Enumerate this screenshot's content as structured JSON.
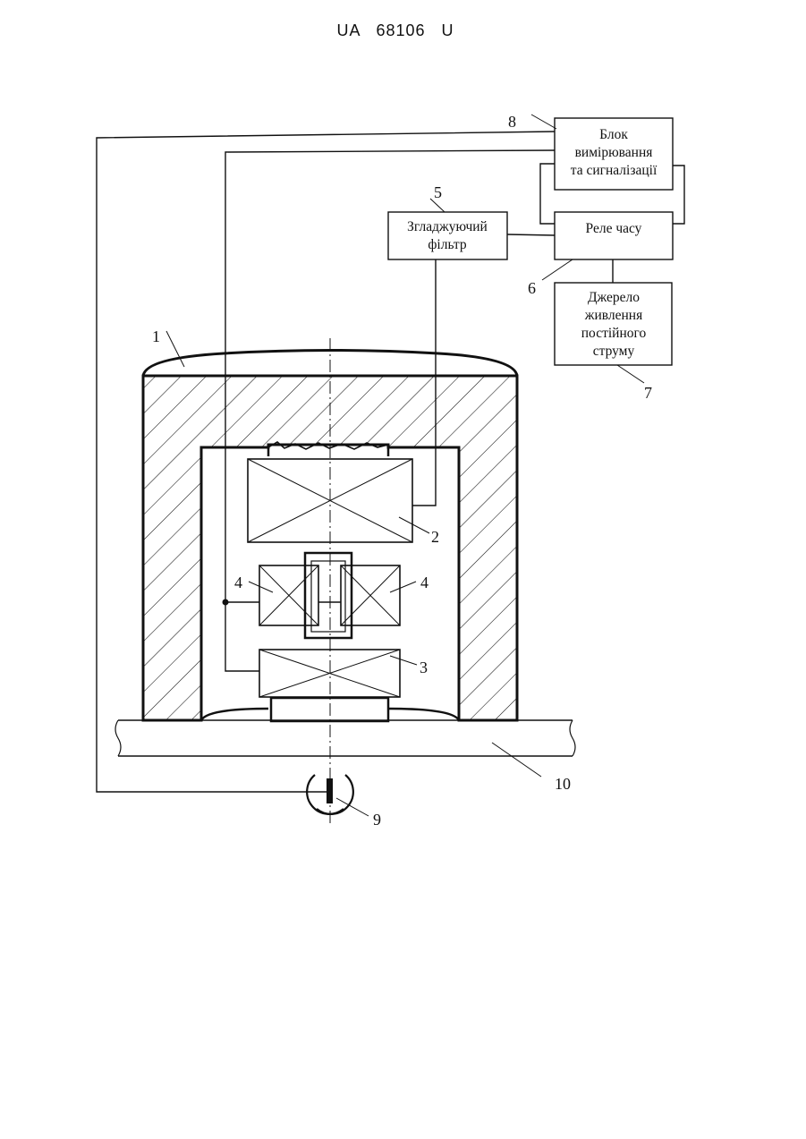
{
  "document_id": "UA   68106   U",
  "blocks": {
    "b8": [
      "Блок",
      "вимірювання",
      "та сигналізації"
    ],
    "b6": [
      "Реле часу"
    ],
    "b5": [
      "Згладжуючий",
      "фільтр"
    ],
    "b7": [
      "Джерело",
      "живлення",
      "постійного",
      "струму"
    ]
  },
  "callouts": {
    "n1": "1",
    "n2": "2",
    "n3": "3",
    "n4a": "4",
    "n4b": "4",
    "n5": "5",
    "n6": "6",
    "n7": "7",
    "n8": "8",
    "n9": "9",
    "n10": "10"
  }
}
